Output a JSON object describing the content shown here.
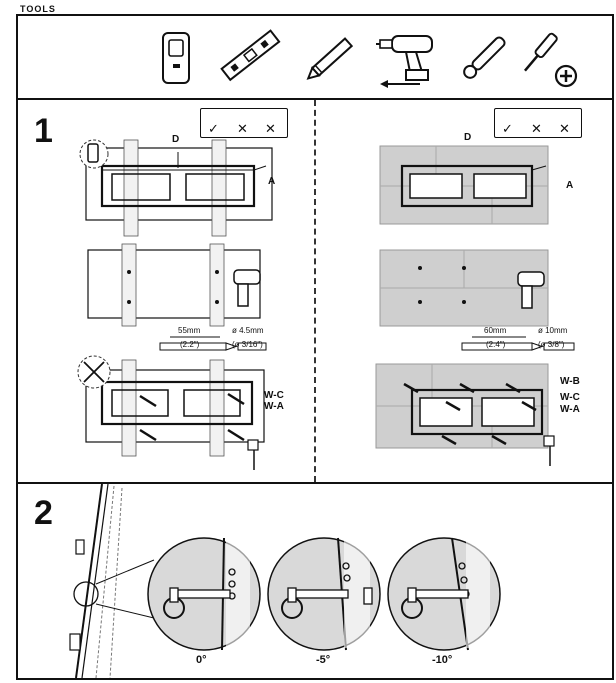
{
  "header": {
    "corner_text": "TOOLS",
    "tools": [
      {
        "icon": "stud-finder-icon"
      },
      {
        "icon": "level-icon"
      },
      {
        "icon": "pencil-icon"
      },
      {
        "icon": "drill-icon"
      },
      {
        "icon": "socket-wrench-icon"
      },
      {
        "icon": "phillips-screwdriver-icon"
      }
    ]
  },
  "step1": {
    "number": "1",
    "left": {
      "label_d": "D",
      "label_a": "A",
      "drill_len": "55mm",
      "drill_len_in": "(2.2\")",
      "drill_dia": "ø 4.5mm",
      "drill_dia_in": "(ø 3/16\")",
      "label_wc": "W-C",
      "label_wa": "W-A"
    },
    "right": {
      "label_d": "D",
      "label_a": "A",
      "drill_len": "60mm",
      "drill_len_in": "(2.4\")",
      "drill_dia": "ø 10mm",
      "drill_dia_in": "(ø 3/8\")",
      "label_wb": "W-B",
      "label_wc": "W-C",
      "label_wa": "W-A"
    },
    "check_row": [
      "✓",
      "✕",
      "✕"
    ]
  },
  "step2": {
    "number": "2",
    "angles": [
      "0°",
      "-5°",
      "-10°"
    ]
  }
}
